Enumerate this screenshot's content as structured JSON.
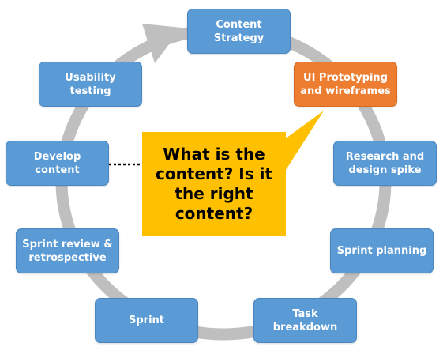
{
  "colors": {
    "node_blue": "#5b9bd5",
    "node_orange": "#ed7d31",
    "callout_yellow": "#ffc000",
    "cycle_ring": "#bfbfbf",
    "connector": "#000000"
  },
  "icons": {
    "cycle_arrow": "cycle-arrowhead-icon"
  },
  "cycle": {
    "content_strategy": "Content Strategy",
    "ui_prototyping": "UI Prototyping and wireframes",
    "research_spike": "Research and design spike",
    "sprint_planning": "Sprint planning",
    "task_breakdown": "Task breakdown",
    "sprint": "Sprint",
    "sprint_review": "Sprint review & retrospective",
    "develop_content": "Develop content",
    "usability_testing": "Usability testing"
  },
  "callout": {
    "text": "What is the content? Is it the right content?"
  }
}
